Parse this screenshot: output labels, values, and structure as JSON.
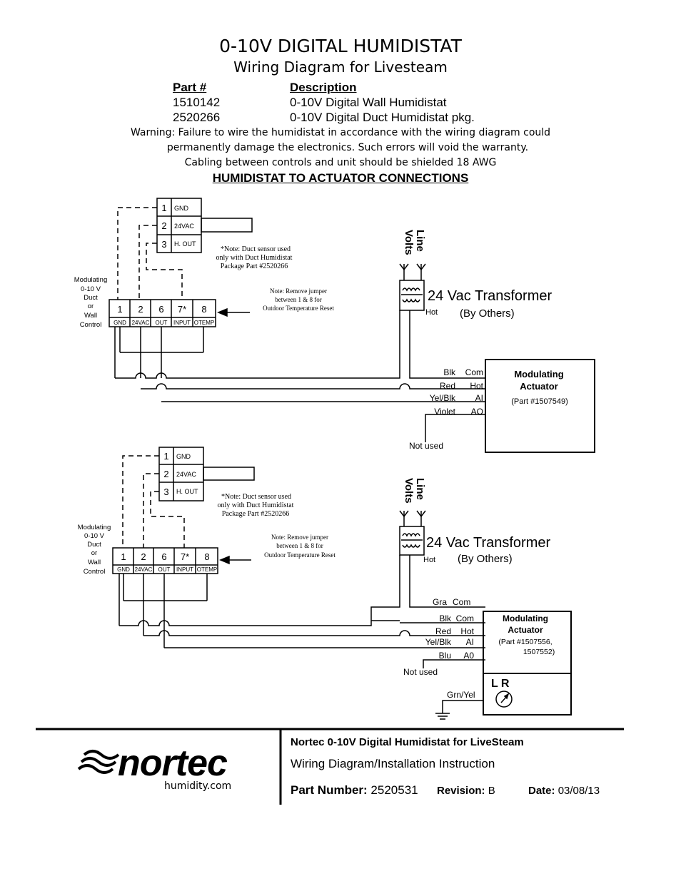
{
  "header": {
    "title": "0-10V DIGITAL HUMIDISTAT",
    "subtitle": "Wiring Diagram for Livesteam",
    "part_col": "Part #",
    "desc_col": "Description",
    "parts": [
      {
        "num": "1510142",
        "desc": "0-10V Digital Wall Humidistat"
      },
      {
        "num": "2520266",
        "desc": "0-10V Digital Duct Humidistat pkg."
      }
    ],
    "warning": [
      "Warning: Failure to wire the humidistat in accordance with the wiring diagram could",
      "permanently damage the electronics.  Such errors will void the warranty.",
      "Cabling between controls and unit should be shielded 18 AWG"
    ],
    "section": "HUMIDISTAT TO ACTUATOR CONNECTIONS"
  },
  "diagram1": {
    "sensor_nums": [
      "1",
      "2",
      "3"
    ],
    "sensor_labels": [
      "GND",
      "24VAC",
      "H. OUT"
    ],
    "sensor_note": [
      "*Note: Duct sensor used",
      "only with Duct Humidistat",
      "Package Part #2520266"
    ],
    "control_label": [
      "Modulating",
      "0-10 V",
      "Duct",
      "or",
      "Wall",
      "Control"
    ],
    "terminal_nums": [
      "1",
      "2",
      "6",
      "7*",
      "8"
    ],
    "terminal_labels": [
      "GND",
      "24VAC",
      "OUT",
      "INPUT",
      "OTEMP"
    ],
    "jumper_note": [
      "Note: Remove jumper",
      "between  1 & 8 for",
      "Outdoor Temperature Reset"
    ],
    "line_volts": [
      "Line",
      "Volts"
    ],
    "transformer": "24 Vac Transformer",
    "by_others": "(By Others)",
    "hot": "Hot",
    "wires": [
      {
        "color": "Blk",
        "term": "Com"
      },
      {
        "color": "Red",
        "term": "Hot"
      },
      {
        "color": "Yel/Blk",
        "term": "AI"
      },
      {
        "color": "Violet",
        "term": "AO"
      }
    ],
    "not_used": "Not used",
    "actuator": [
      "Modulating",
      "Actuator"
    ],
    "actuator_part": [
      "(Part #1507549)"
    ]
  },
  "diagram2": {
    "sensor_nums": [
      "1",
      "2",
      "3"
    ],
    "sensor_labels": [
      "GND",
      "24VAC",
      "H. OUT"
    ],
    "sensor_note": [
      "*Note: Duct sensor used",
      "only with Duct Humidistat",
      "Package Part #2520266"
    ],
    "control_label": [
      "Modulating",
      "0-10 V",
      "Duct",
      "or",
      "Wall",
      "Control"
    ],
    "terminal_nums": [
      "1",
      "2",
      "6",
      "7*",
      "8"
    ],
    "terminal_labels": [
      "GND",
      "24VAC",
      "OUT",
      "INPUT",
      "OTEMP"
    ],
    "jumper_note": [
      "Note: Remove jumper",
      "between  1 & 8 for",
      "Outdoor Temperature Reset"
    ],
    "line_volts": [
      "Line",
      "Volts"
    ],
    "transformer": "24 Vac Transformer",
    "by_others": "(By Others)",
    "hot": "Hot",
    "wires": [
      {
        "color": "Gra",
        "term": "Com"
      },
      {
        "color": "Blk",
        "term": "Com"
      },
      {
        "color": "Red",
        "term": "Hot"
      },
      {
        "color": "Yel/Blk",
        "term": "AI"
      },
      {
        "color": "Blu",
        "term": "A0"
      }
    ],
    "not_used": "Not used",
    "actuator": [
      "Modulating",
      "Actuator"
    ],
    "actuator_part": [
      "(Part #1507556,",
      "1507552)"
    ],
    "lr": "L  R",
    "ground_wire": "Grn/Yel"
  },
  "footer": {
    "brand": "nortec",
    "url": "humidity.com",
    "title": "Nortec 0-10V Digital Humidistat for LiveSteam",
    "subtitle": "Wiring Diagram/Installation Instruction",
    "part_label": "Part Number:",
    "part_value": "2520531",
    "rev_label": "Revision:",
    "rev_value": "B",
    "date_label": "Date:",
    "date_value": "03/08/13"
  }
}
